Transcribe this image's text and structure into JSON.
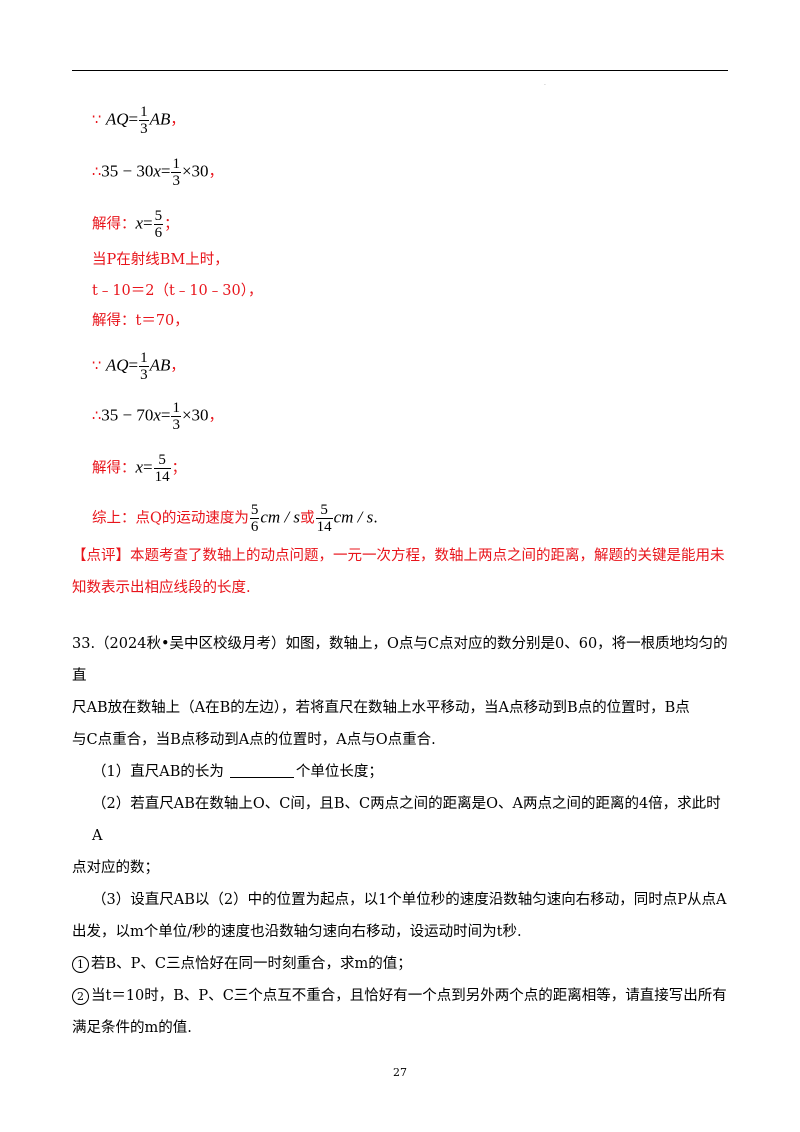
{
  "sol": {
    "because": "∵",
    "therefore": "∴",
    "AQ": "AQ",
    "eq": "=",
    "AB": "AB",
    "comma": "，",
    "one": "1",
    "three": "3",
    "times30": "×30",
    "semi": "；",
    "jiede": "解得：",
    "x": "x",
    "line2_pre": "35 − 30",
    "x1_num": "5",
    "x1_den": "6",
    "case2": "当P在射线BM上时，",
    "eq2": "t﹣10＝2（t﹣10﹣30），",
    "t70": "解得：t＝70，",
    "line6_pre": "35 − 70",
    "x2_num": "5",
    "x2_den": "14",
    "summary_pre": "综上：点Q的运动速度为",
    "summary_or": "或",
    "unit": "cm / s",
    "period": ".",
    "comment": "【点评】本题考查了数轴上的动点问题，一元一次方程，数轴上两点之间的距离，解题的关键是能用未",
    "comment2": "知数表示出相应线段的长度."
  },
  "q33": {
    "p1": "33.（2024秋•吴中区校级月考）如图，数轴上，O点与C点对应的数分别是0、60，将一根质地均匀的直",
    "p2": "尺AB放在数轴上（A在B的左边），若将直尺在数轴上水平移动，当A点移动到B点的位置时，B点",
    "p3": "与C点重合，当B点移动到A点的位置时，A点与O点重合.",
    "s1_pre": "（1）直尺AB的长为",
    "s1_post": "个单位长度；",
    "s2a": "（2）若直尺AB在数轴上O、C间，且B、C两点之间的距离是O、A两点之间的距离的4倍，求此时A",
    "s2b": "点对应的数；",
    "s3a": "（3）设直尺AB以（2）中的位置为起点，以1个单位秒的速度沿数轴匀速向右移动，同时点P从点A",
    "s3b": "出发，以m个单位/秒的速度也沿数轴匀速向右移动，设运动时间为t秒.",
    "c1_mark": "1",
    "c1": "若B、P、C三点恰好在同一时刻重合，求m的值；",
    "c2_mark": "2",
    "c2a": "当t＝10时，B、P、C三个点互不重合，且恰好有一个点到另外两个点的距离相等，请直接写出所有",
    "c2b": "满足条件的m的值."
  },
  "page_number": "27"
}
